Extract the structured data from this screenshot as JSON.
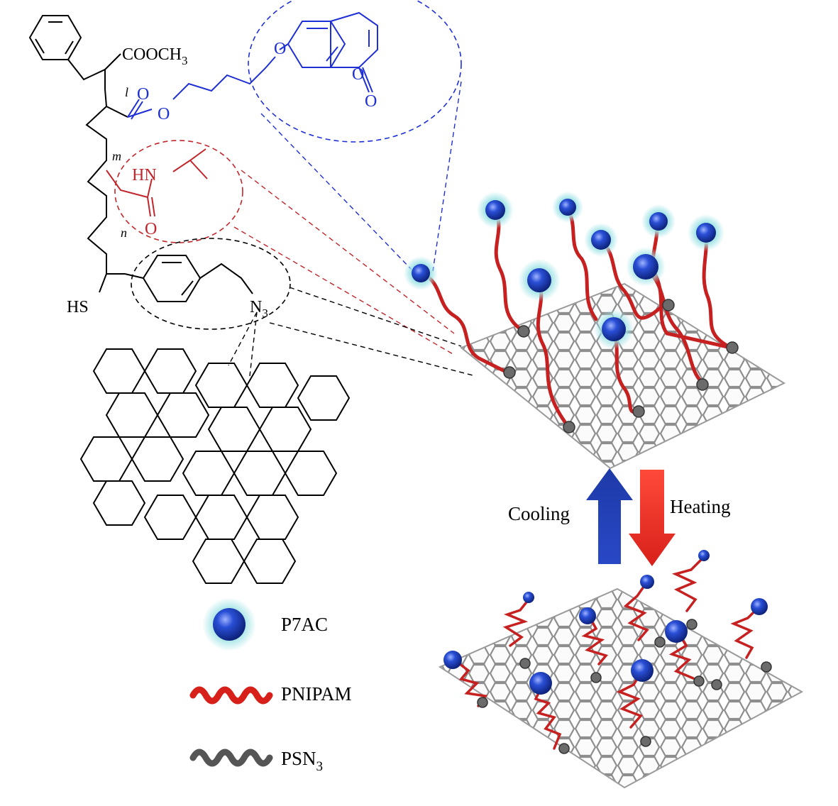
{
  "colors": {
    "black": "#000000",
    "blue": "#1f2fd6",
    "red": "#c0262c",
    "arrow_blue": "#1e3aa8",
    "arrow_red": "#e8312a",
    "sheet_fill": "#f4f4f4",
    "sheet_edge": "#9a9a9a",
    "sphere": "#2a4fd6",
    "glow": "#9fe3e6"
  },
  "structure_labels": {
    "cooch3": "COOCH",
    "cooch3_sub": "3",
    "o_top": "O",
    "o_ring": "O",
    "o_ester_dbl": "O",
    "o_ester_single": "O",
    "o_lactone_ring": "O",
    "o_lactone_dbl": "O",
    "l": "l",
    "m": "m",
    "n": "n",
    "hn": "HN",
    "o_amide": "O",
    "hs": "HS",
    "n3": "N",
    "n3_sub": "3"
  },
  "arrows": {
    "cooling": "Cooling",
    "heating": "Heating"
  },
  "legend": [
    {
      "label": "P7AC",
      "icon": "blue-sphere-icon"
    },
    {
      "label": "PNIPAM",
      "icon": "red-chain-icon"
    },
    {
      "label": "PSN",
      "sub": "3",
      "icon": "gray-chain-icon"
    }
  ]
}
